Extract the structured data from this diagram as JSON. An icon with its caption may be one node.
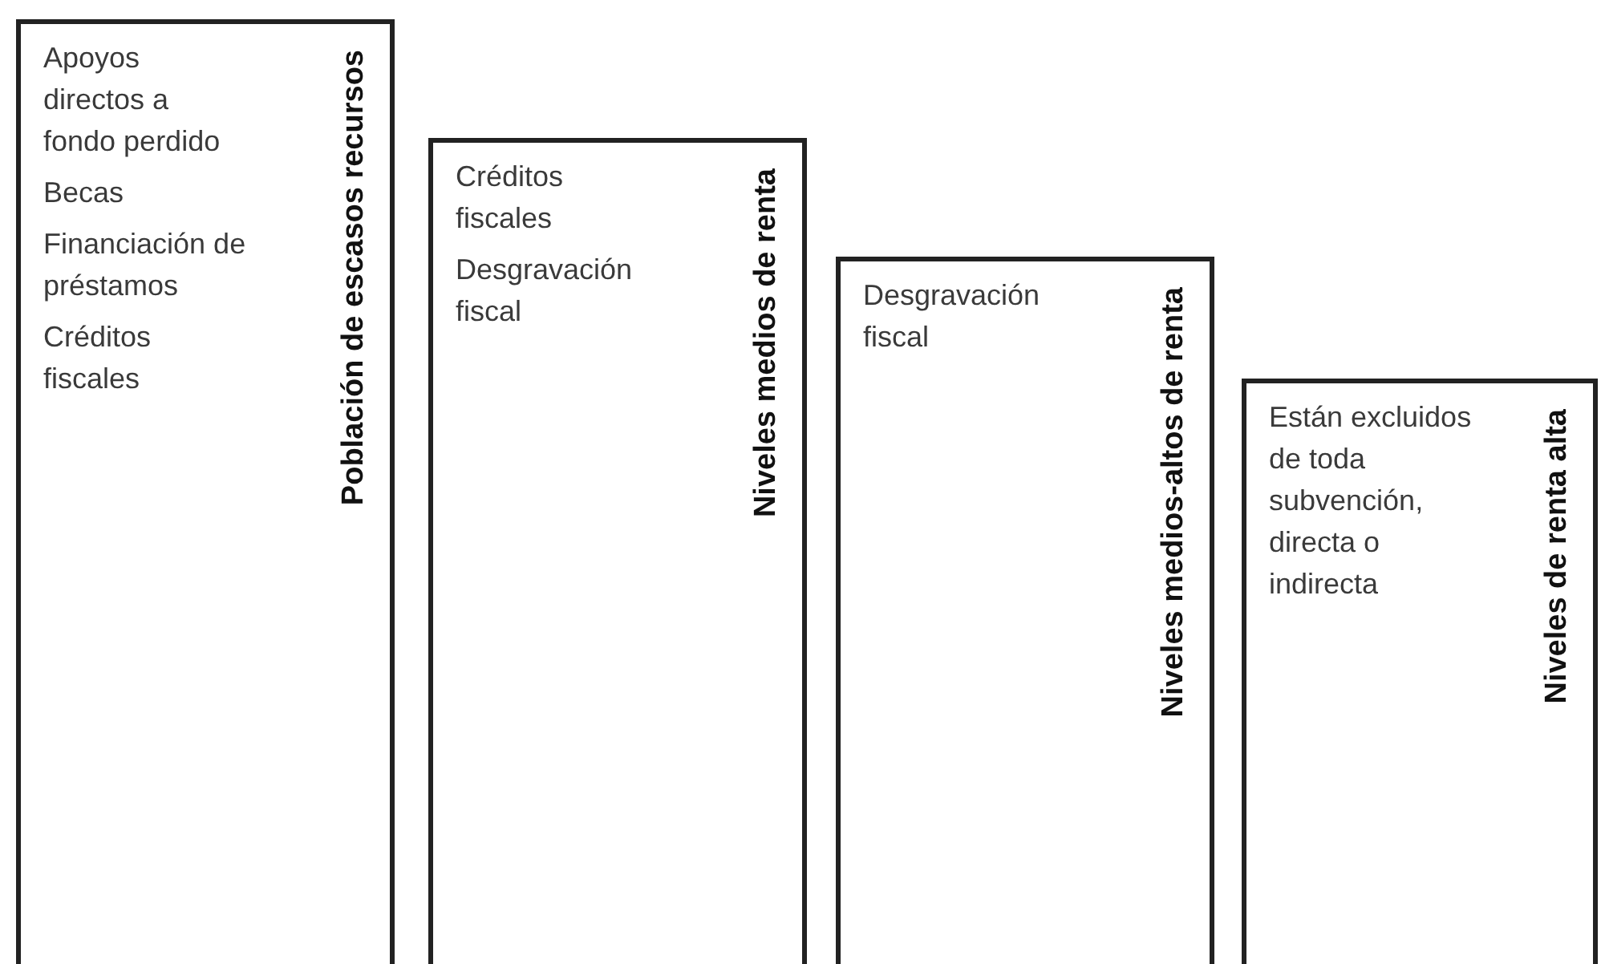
{
  "diagram": {
    "nodes": [
      {
        "text": [
          "Población de escasos recursos",
          "Apoyos directos a fondo perdido",
          "Becas",
          "Financiación de préstamos",
          "Créditos fiscales"
        ]
      },
      {
        "text": [
          "Niveles medios de renta",
          "Créditos fiscales",
          "Desgravación fiscal"
        ]
      },
      {
        "text": [
          "Niveles medios-altos de renta",
          "Desgravación fiscal"
        ]
      },
      {
        "text": [
          "Niveles de renta alta",
          "Están excluidos de toda subvención, directa o indirecta"
        ]
      }
    ]
  }
}
